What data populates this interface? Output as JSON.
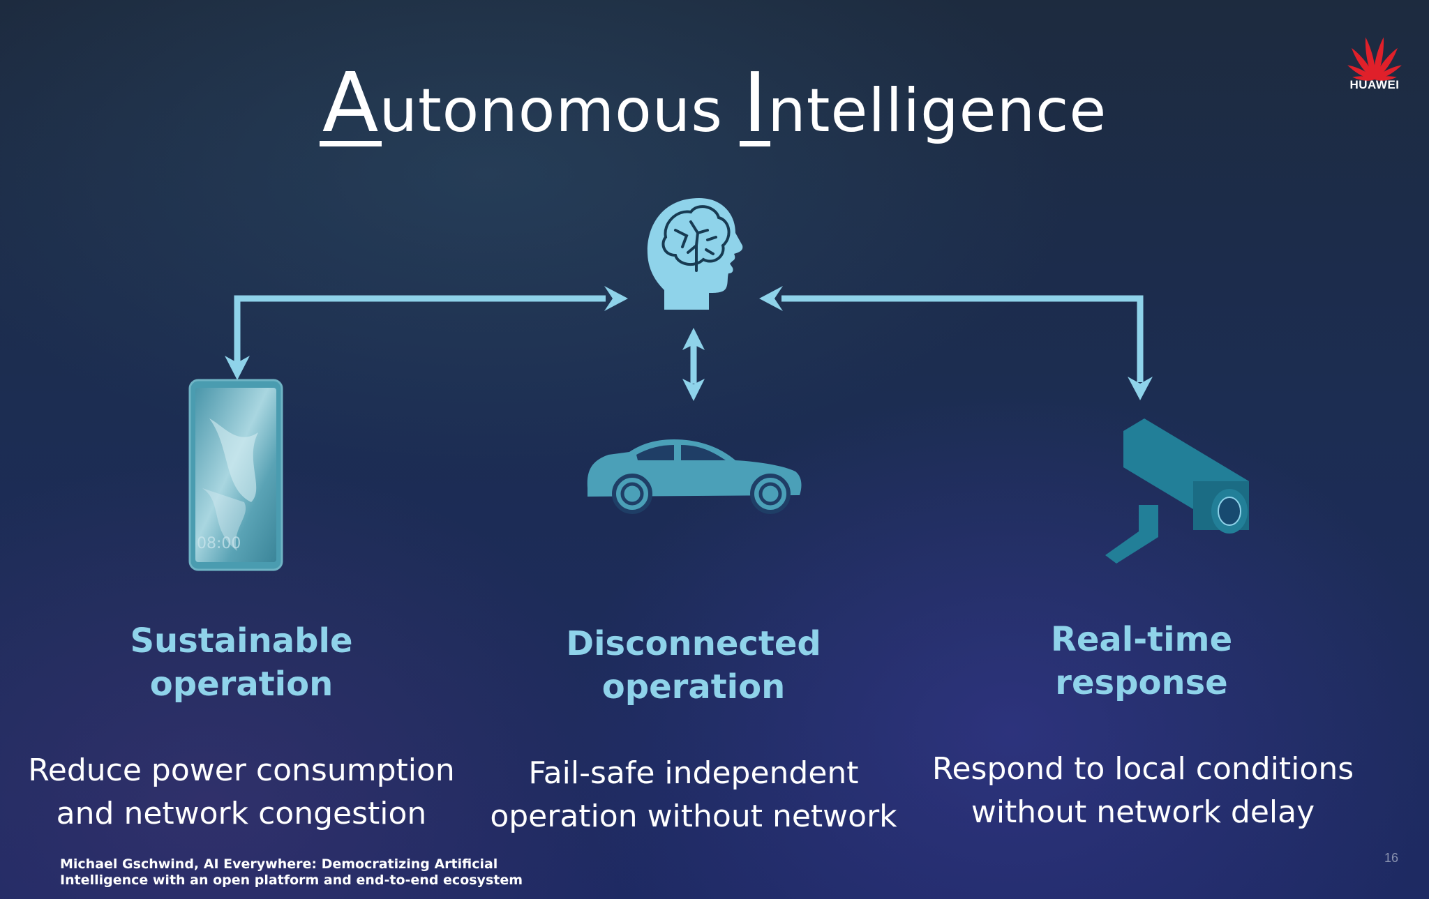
{
  "slide": {
    "title_a_cap": "A",
    "title_a_rest": "utonomous ",
    "title_i_cap": "I",
    "title_i_rest": "ntelligence",
    "logo_text": "HUAWEI",
    "page_number": "16"
  },
  "columns": [
    {
      "heading_line1": "Sustainable",
      "heading_line2": "operation",
      "desc_line1": "Reduce power consumption",
      "desc_line2": "and network congestion"
    },
    {
      "heading_line1": "Disconnected",
      "heading_line2": "operation",
      "desc_line1": "Fail-safe independent",
      "desc_line2": "operation without network"
    },
    {
      "heading_line1": "Real-time",
      "heading_line2": "response",
      "desc_line1": "Respond to local conditions",
      "desc_line2": "without network delay"
    }
  ],
  "phone": {
    "clock": "08:00"
  },
  "citation": {
    "line1": "Michael Gschwind, AI Everywhere:  Democratizing Artificial",
    "line2": "Intelligence with an open platform and end-to-end ecosystem"
  },
  "colors": {
    "accent": "#8fd3ea",
    "icon_teal": "#1e7e96",
    "logo_red": "#e0202a"
  },
  "icons": [
    "brain-head-icon",
    "smartphone-icon",
    "car-icon",
    "security-camera-icon",
    "huawei-logo-icon"
  ]
}
